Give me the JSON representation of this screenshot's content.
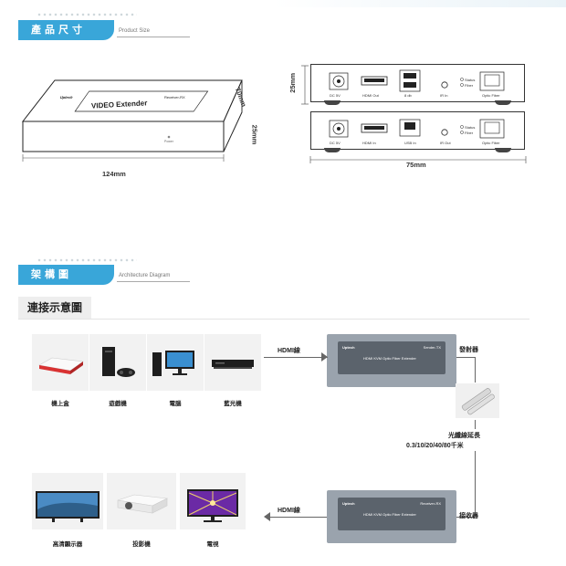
{
  "size_section": {
    "title": "產品尺寸",
    "subtitle": "Product Size"
  },
  "device": {
    "brand": "Uptech",
    "label": "VIDEO Extender",
    "model_tag": "Receiver-RX",
    "power_led": "Power"
  },
  "dimensions": {
    "width": "124mm",
    "depth": "70mm",
    "height": "25mm",
    "panel_height": "25mm",
    "panel_width": "75mm"
  },
  "panel_top": {
    "ports": [
      "DC 5V",
      "HDMI Out",
      "8 db",
      "IR In",
      "Status",
      "Fiber",
      "Optic Fiber"
    ]
  },
  "panel_bottom": {
    "ports": [
      "DC 5V",
      "HDMI In",
      "USB In",
      "IR Out",
      "Status",
      "Fiber",
      "Optic Fiber"
    ]
  },
  "arch_section": {
    "title": "架構圖",
    "subtitle": "Architecture Diagram",
    "heading": "連接示意圖"
  },
  "sources": [
    {
      "label": "機上盒",
      "icon": "set-top-box-icon"
    },
    {
      "label": "遊戲機",
      "icon": "game-console-icon"
    },
    {
      "label": "電腦",
      "icon": "computer-icon"
    },
    {
      "label": "藍光機",
      "icon": "bluray-player-icon"
    }
  ],
  "displays": [
    {
      "label": "高清顯示器",
      "icon": "hd-monitor-icon"
    },
    {
      "label": "投影機",
      "icon": "projector-icon"
    },
    {
      "label": "電視",
      "icon": "tv-icon"
    }
  ],
  "diagram": {
    "hdmi_in": "HDMI線",
    "hdmi_out": "HDMI線",
    "transmitter": "發射器",
    "receiver": "接收器",
    "fiber_label": "光纖線延長",
    "fiber_lengths": "0.3/10/20/40/80千米",
    "tx_model": "Sender-TX",
    "rx_model": "Receiver-RX",
    "unit_desc": "HDMI KVM Optic Fiber Extender"
  },
  "colors": {
    "accent": "#39a6d9",
    "device_gray": "#9aa3ad"
  }
}
